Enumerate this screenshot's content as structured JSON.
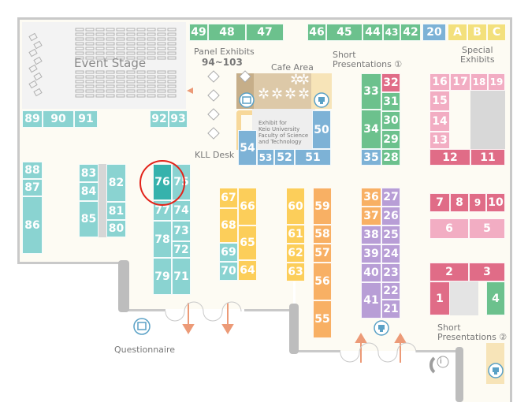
{
  "labels": {
    "event_stage": "Event Stage",
    "panel_exhibits_title": "Panel Exhibits",
    "panel_exhibits_range": "94~103",
    "cafe_area": "Cafe Area",
    "short_presentations_1": "Short\nPresentations ①",
    "special_exhibits": "Special\nExhibits",
    "kll_desk": "KLL Desk",
    "exhibit_kll": "Exhibit for\nKeio University\nFaculty of Science\nand Technology",
    "questionnaire": "Questionnaire",
    "short_presentations_2": "Short\nPresentations ②",
    "info_symbol": "i"
  },
  "colors": {
    "green": "#6cc18d",
    "blue": "#7db2d6",
    "teal": "#8ad3d1",
    "highlight": "#36b2ac",
    "yellow": "#fcce5a",
    "orange": "#f8b064",
    "purple": "#b89ed6",
    "pink": "#f2adc3",
    "rose": "#e06c87",
    "special": "#f3e07c",
    "marker": "#e2231a"
  },
  "booths": [
    {
      "label": "49",
      "color": "green"
    },
    {
      "label": "48",
      "color": "green"
    },
    {
      "label": "47",
      "color": "green"
    },
    {
      "label": "46",
      "color": "green"
    },
    {
      "label": "45",
      "color": "green"
    },
    {
      "label": "44",
      "color": "green"
    },
    {
      "label": "43",
      "color": "green"
    },
    {
      "label": "42",
      "color": "green"
    },
    {
      "label": "20",
      "color": "blue"
    },
    {
      "label": "A",
      "color": "special"
    },
    {
      "label": "B",
      "color": "special"
    },
    {
      "label": "C",
      "color": "special"
    },
    {
      "label": "89",
      "color": "teal"
    },
    {
      "label": "90",
      "color": "teal"
    },
    {
      "label": "91",
      "color": "teal"
    },
    {
      "label": "92",
      "color": "teal"
    },
    {
      "label": "93",
      "color": "teal"
    },
    {
      "label": "88",
      "color": "teal"
    },
    {
      "label": "87",
      "color": "teal"
    },
    {
      "label": "86",
      "color": "teal"
    },
    {
      "label": "83",
      "color": "teal"
    },
    {
      "label": "84",
      "color": "teal"
    },
    {
      "label": "85",
      "color": "teal"
    },
    {
      "label": "82",
      "color": "teal"
    },
    {
      "label": "81",
      "color": "teal"
    },
    {
      "label": "80",
      "color": "teal"
    },
    {
      "label": "76",
      "color": "highlight"
    },
    {
      "label": "75",
      "color": "teal"
    },
    {
      "label": "77",
      "color": "teal"
    },
    {
      "label": "74",
      "color": "teal"
    },
    {
      "label": "78",
      "color": "teal"
    },
    {
      "label": "73",
      "color": "teal"
    },
    {
      "label": "72",
      "color": "teal"
    },
    {
      "label": "79",
      "color": "teal"
    },
    {
      "label": "71",
      "color": "teal"
    },
    {
      "label": "67",
      "color": "yellow"
    },
    {
      "label": "66",
      "color": "yellow"
    },
    {
      "label": "68",
      "color": "yellow"
    },
    {
      "label": "65",
      "color": "yellow"
    },
    {
      "label": "69",
      "color": "teal"
    },
    {
      "label": "70",
      "color": "teal"
    },
    {
      "label": "64",
      "color": "yellow"
    },
    {
      "label": "60",
      "color": "yellow"
    },
    {
      "label": "61",
      "color": "yellow"
    },
    {
      "label": "62",
      "color": "yellow"
    },
    {
      "label": "63",
      "color": "yellow"
    },
    {
      "label": "59",
      "color": "orange"
    },
    {
      "label": "58",
      "color": "orange"
    },
    {
      "label": "57",
      "color": "orange"
    },
    {
      "label": "56",
      "color": "orange"
    },
    {
      "label": "55",
      "color": "orange"
    },
    {
      "label": "54",
      "color": "blue"
    },
    {
      "label": "53",
      "color": "blue"
    },
    {
      "label": "52",
      "color": "blue"
    },
    {
      "label": "51",
      "color": "blue"
    },
    {
      "label": "50",
      "color": "blue"
    },
    {
      "label": "33",
      "color": "green"
    },
    {
      "label": "34",
      "color": "green"
    },
    {
      "label": "35",
      "color": "blue"
    },
    {
      "label": "32",
      "color": "rose"
    },
    {
      "label": "31",
      "color": "green"
    },
    {
      "label": "30",
      "color": "green"
    },
    {
      "label": "29",
      "color": "green"
    },
    {
      "label": "28",
      "color": "green"
    },
    {
      "label": "36",
      "color": "orange"
    },
    {
      "label": "37",
      "color": "orange"
    },
    {
      "label": "38",
      "color": "purple"
    },
    {
      "label": "39",
      "color": "purple"
    },
    {
      "label": "40",
      "color": "purple"
    },
    {
      "label": "41",
      "color": "purple"
    },
    {
      "label": "27",
      "color": "purple"
    },
    {
      "label": "26",
      "color": "purple"
    },
    {
      "label": "25",
      "color": "purple"
    },
    {
      "label": "24",
      "color": "purple"
    },
    {
      "label": "23",
      "color": "purple"
    },
    {
      "label": "22",
      "color": "purple"
    },
    {
      "label": "21",
      "color": "purple"
    },
    {
      "label": "16",
      "color": "pink"
    },
    {
      "label": "17",
      "color": "pink"
    },
    {
      "label": "18",
      "color": "pink"
    },
    {
      "label": "19",
      "color": "pink"
    },
    {
      "label": "15",
      "color": "pink"
    },
    {
      "label": "14",
      "color": "pink"
    },
    {
      "label": "13",
      "color": "pink"
    },
    {
      "label": "12",
      "color": "rose"
    },
    {
      "label": "11",
      "color": "rose"
    },
    {
      "label": "7",
      "color": "rose"
    },
    {
      "label": "8",
      "color": "rose"
    },
    {
      "label": "9",
      "color": "rose"
    },
    {
      "label": "10",
      "color": "rose"
    },
    {
      "label": "6",
      "color": "pink"
    },
    {
      "label": "5",
      "color": "pink"
    },
    {
      "label": "2",
      "color": "rose"
    },
    {
      "label": "3",
      "color": "rose"
    },
    {
      "label": "1",
      "color": "rose"
    },
    {
      "label": "4",
      "color": "green"
    }
  ]
}
